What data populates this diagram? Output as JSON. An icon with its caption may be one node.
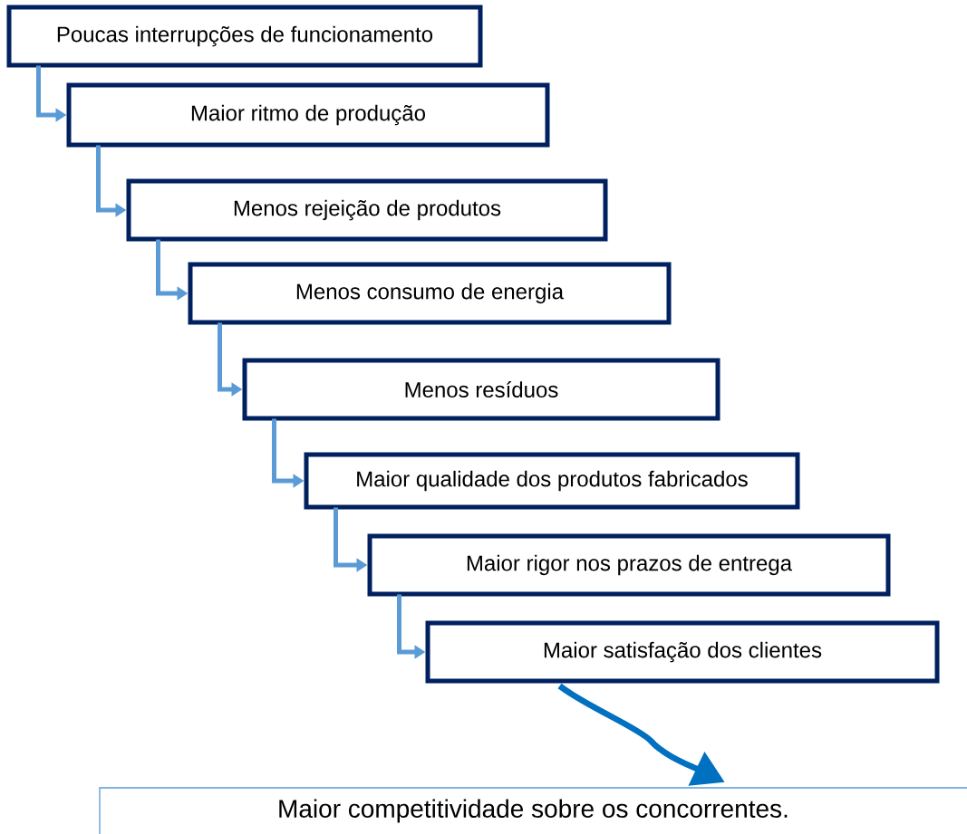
{
  "diagram": {
    "nodes": [
      {
        "text": [
          "Poucas interrupções de funcionamento"
        ]
      },
      {
        "text": [
          "Maior ritmo de produção"
        ]
      },
      {
        "text": [
          "Menos rejeição de produtos"
        ]
      },
      {
        "text": [
          "Menos consumo de energia"
        ]
      },
      {
        "text": [
          "Menos resíduos"
        ]
      },
      {
        "text": [
          "Maior qualidade dos produtos fabricados"
        ]
      },
      {
        "text": [
          "Maior rigor nos prazos de entrega"
        ]
      },
      {
        "text": [
          "Maior satisfação dos clientes"
        ]
      },
      {
        "text": [
          "Maior competitividade sobre os concorrentes."
        ]
      }
    ],
    "edges": [
      {
        "from": 0,
        "to": 1,
        "arrow": "to"
      },
      {
        "from": 1,
        "to": 2,
        "arrow": "to"
      },
      {
        "from": 2,
        "to": 3,
        "arrow": "to"
      },
      {
        "from": 3,
        "to": 4,
        "arrow": "to"
      },
      {
        "from": 4,
        "to": 5,
        "arrow": "to"
      },
      {
        "from": 5,
        "to": 6,
        "arrow": "to"
      },
      {
        "from": 6,
        "to": 7,
        "arrow": "to"
      },
      {
        "from": 7,
        "to": 8,
        "arrow": "to",
        "color": "#0070c0"
      }
    ]
  }
}
